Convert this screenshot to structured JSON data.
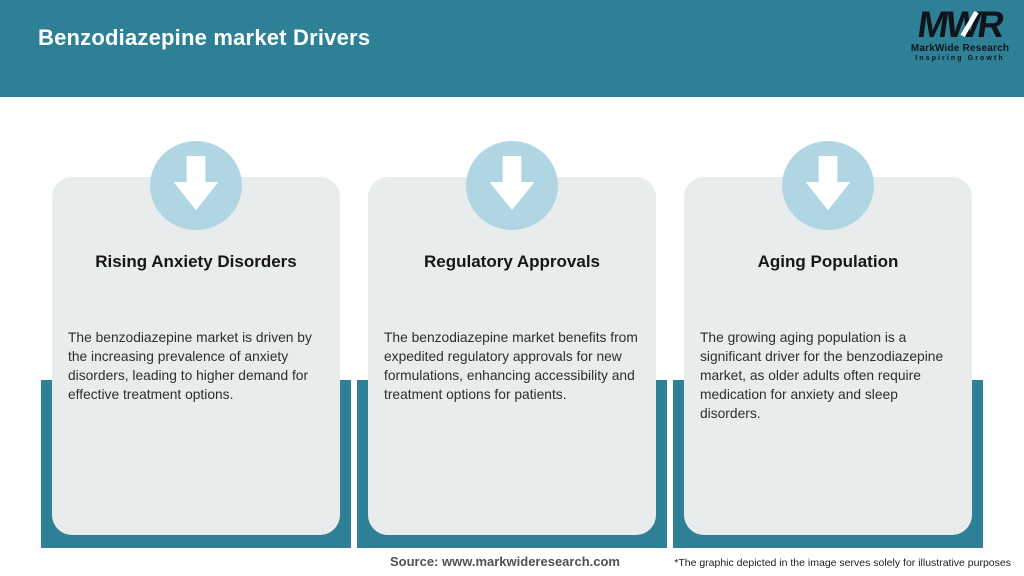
{
  "header": {
    "title": "Benzodiazepine market Drivers"
  },
  "logo": {
    "monogram": "MWR",
    "name": "MarkWide Research",
    "tagline": "Inspiring Growth"
  },
  "cards": [
    {
      "icon": "down-arrow-icon",
      "title": "Rising Anxiety Disorders",
      "description": "The benzodiazepine market is driven by the increasing prevalence of anxiety disorders, leading to higher demand for effective treatment options."
    },
    {
      "icon": "down-arrow-icon",
      "title": "Regulatory Approvals",
      "description": "The benzodiazepine market benefits from expedited regulatory approvals for new formulations, enhancing accessibility and treatment options for patients."
    },
    {
      "icon": "down-arrow-icon",
      "title": "Aging Population",
      "description": "The growing aging population is a significant driver for the benzodiazepine market, as older adults often require medication for anxiety and sleep disorders."
    }
  ],
  "footer": {
    "source": "Source: www.markwideresearch.com",
    "disclaimer": "*The graphic depicted in the image serves solely for illustrative purposes"
  },
  "colors": {
    "teal": "#2e8096",
    "circle_blue": "#b1d6e3",
    "card_gray": "#e9ecec",
    "title_text": "#ffffff",
    "logo_text": "#10151c"
  }
}
